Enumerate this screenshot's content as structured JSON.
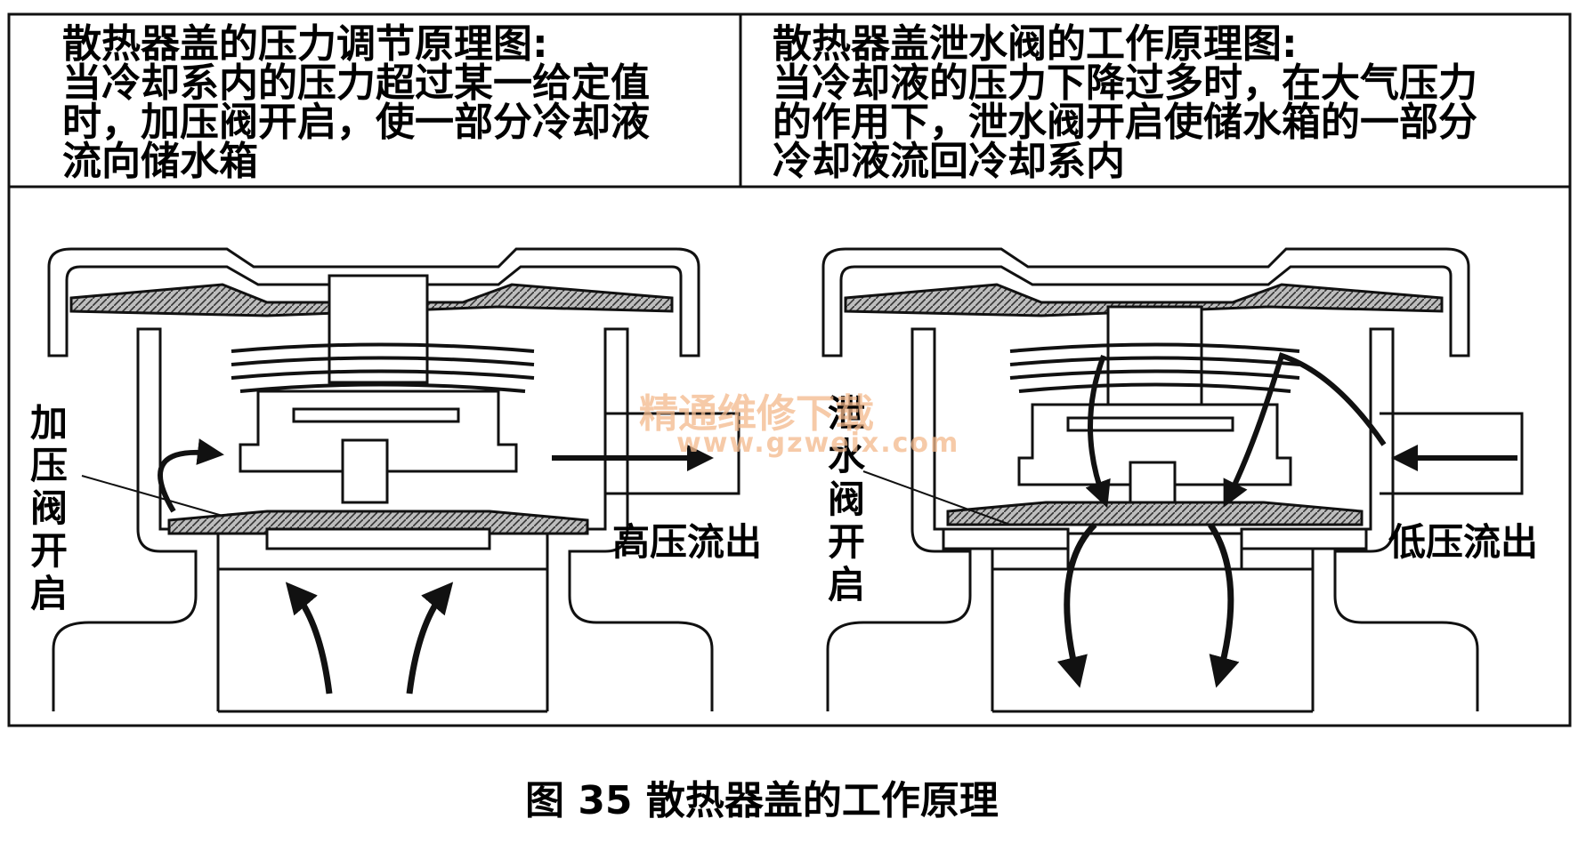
{
  "left_panel": {
    "title": "散热器盖的压力调节原理图:",
    "lines": [
      "当冷却系内的压力超过某一给定值",
      "时，加压阀开启，使一部分冷却液",
      "流向储水箱"
    ],
    "valve_label": [
      "加",
      "压",
      "阀",
      "开",
      "启"
    ],
    "flow_label": "高压流出"
  },
  "right_panel": {
    "title": "散热器盖泄水阀的工作原理图:",
    "lines": [
      "当冷却液的压力下降过多时，在大气压力",
      "的作用下，泄水阀开启使储水箱的一部分",
      "冷却液流回冷却系内"
    ],
    "valve_label": [
      "泄",
      "水",
      "阀",
      "开",
      "启"
    ],
    "flow_label": "低压流出"
  },
  "watermark": {
    "text_cn": "精通维修下载",
    "url": "www.gzweix.com"
  },
  "caption": "图 35    散热器盖的工作原理",
  "colors": {
    "line": "#111111",
    "hatch": "#555555",
    "watermark": "#f3b98c"
  }
}
